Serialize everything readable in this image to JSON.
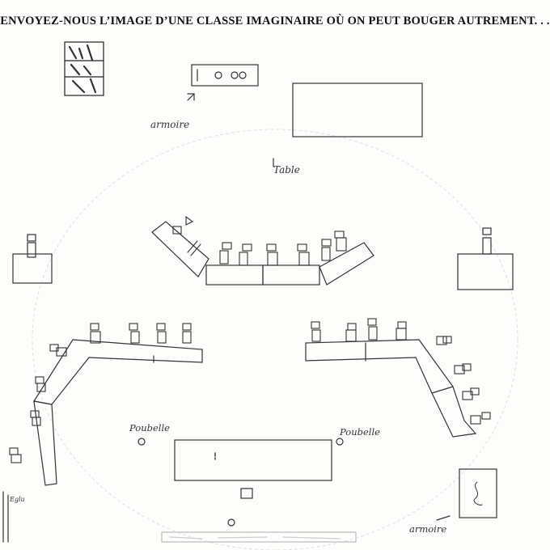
{
  "title": "ENVOYEZ-NOUS L’IMAGE D’UNE CLASSE IMAGINAIRE OÙ ON PEUT BOUGER AUTREMENT. . .",
  "labels": {
    "armoire_top": "armoire",
    "table": "Table",
    "poubelle_left": "Poubelle",
    "poubelle_right": "Poubelle",
    "armoire_bottom": "armoire",
    "small_corner": "Eglu"
  },
  "colors": {
    "ink": "#333333",
    "paper": "#fdfdfb"
  }
}
